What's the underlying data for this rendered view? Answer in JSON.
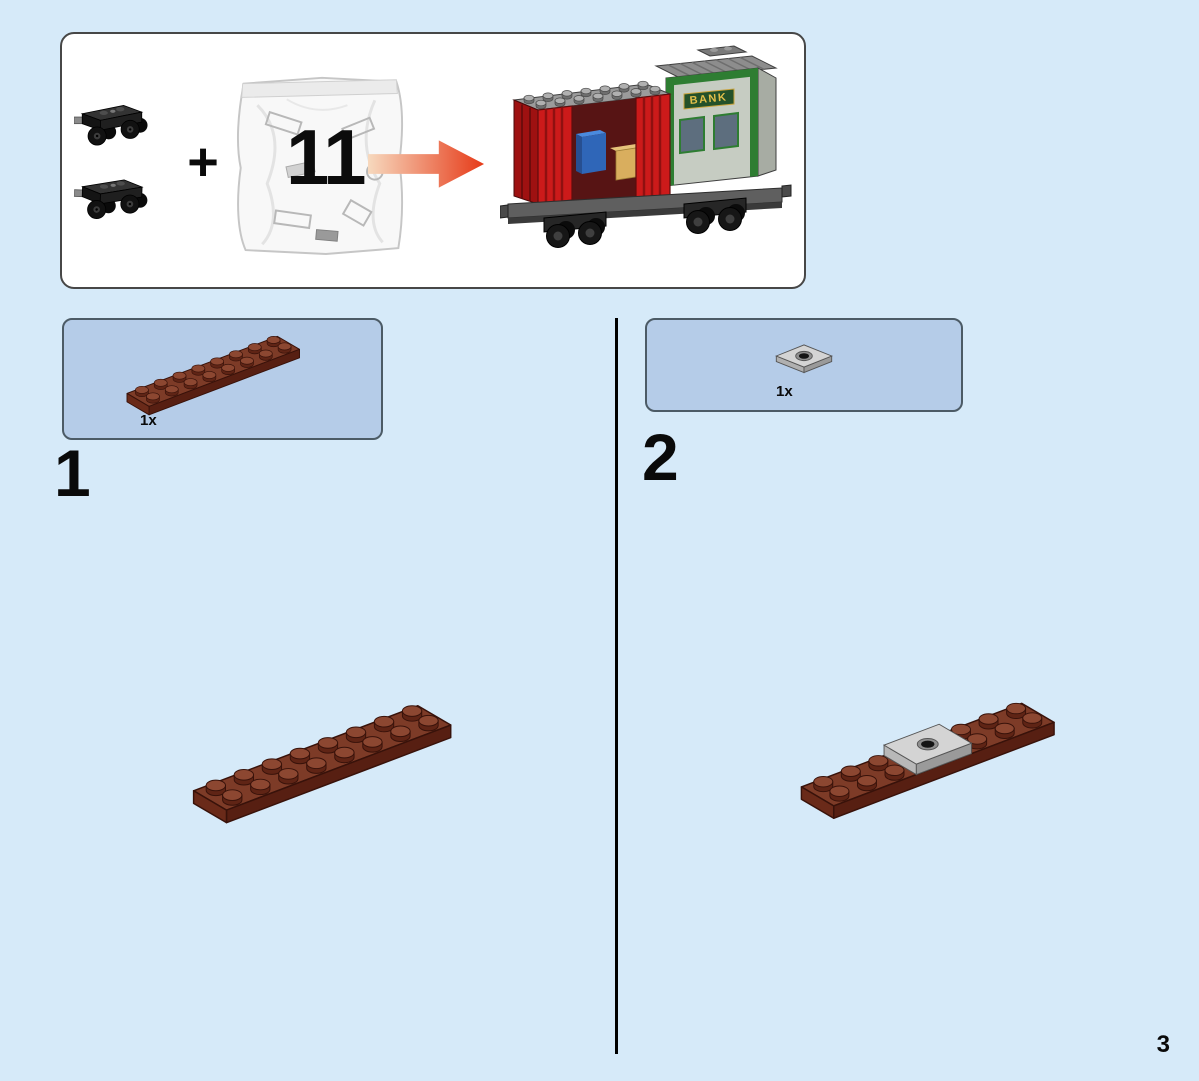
{
  "page": {
    "number": "3"
  },
  "header_box": {
    "plus_sign": "+",
    "bag_number": "11",
    "wagon_sign_text": "BANK",
    "parts": [
      {
        "name": "black-train-bogie",
        "count": 2
      }
    ],
    "arrow_colors": [
      "#f7d9be",
      "#e63a18"
    ]
  },
  "steps": [
    {
      "number": "1",
      "callout": {
        "count": "1x",
        "part": "plate-2x8-reddish-brown",
        "color": "#7d3b27"
      }
    },
    {
      "number": "2",
      "callout": {
        "count": "1x",
        "part": "plate-2x2-with-hole-light-gray",
        "color": "#d4d4d4"
      }
    }
  ],
  "colors": {
    "background": "#d6eaf9",
    "callout_fill": "#b5cce8",
    "callout_border": "#4c5b66",
    "box_border": "#474747",
    "divider": "#000000",
    "brown_brick": "#7d3b27",
    "red_container": "#cc1a1a",
    "green_trim": "#2e7d32",
    "arrow_red": "#e63a18"
  }
}
